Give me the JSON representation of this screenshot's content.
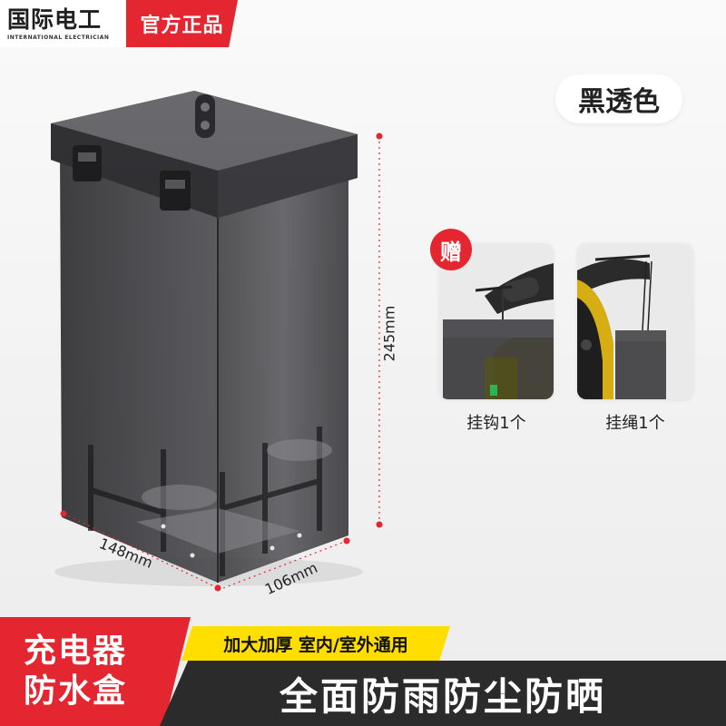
{
  "brand": {
    "name": "国际电工",
    "english": "INTERNATIONAL ELECTRICIAN",
    "official": "官方正品"
  },
  "color_option": "黑透色",
  "dimensions": {
    "height": "245mm",
    "width": "148mm",
    "depth": "106mm"
  },
  "gift": {
    "badge": "赠",
    "items": [
      {
        "label": "挂钩1个",
        "icon": "hook-image"
      },
      {
        "label": "挂绳1个",
        "icon": "rope-image"
      }
    ]
  },
  "banner": {
    "title_line1": "充电器",
    "title_line2": "防水盒",
    "tagline_small": "加大加厚 室内/室外通用",
    "tagline_big": "全面防雨防尘防晒"
  },
  "colors": {
    "accent_red": "#e3262f",
    "accent_yellow": "#ffde00",
    "box_smoke": "#3a3a3d",
    "banner_dark": "#2b2b2b"
  }
}
